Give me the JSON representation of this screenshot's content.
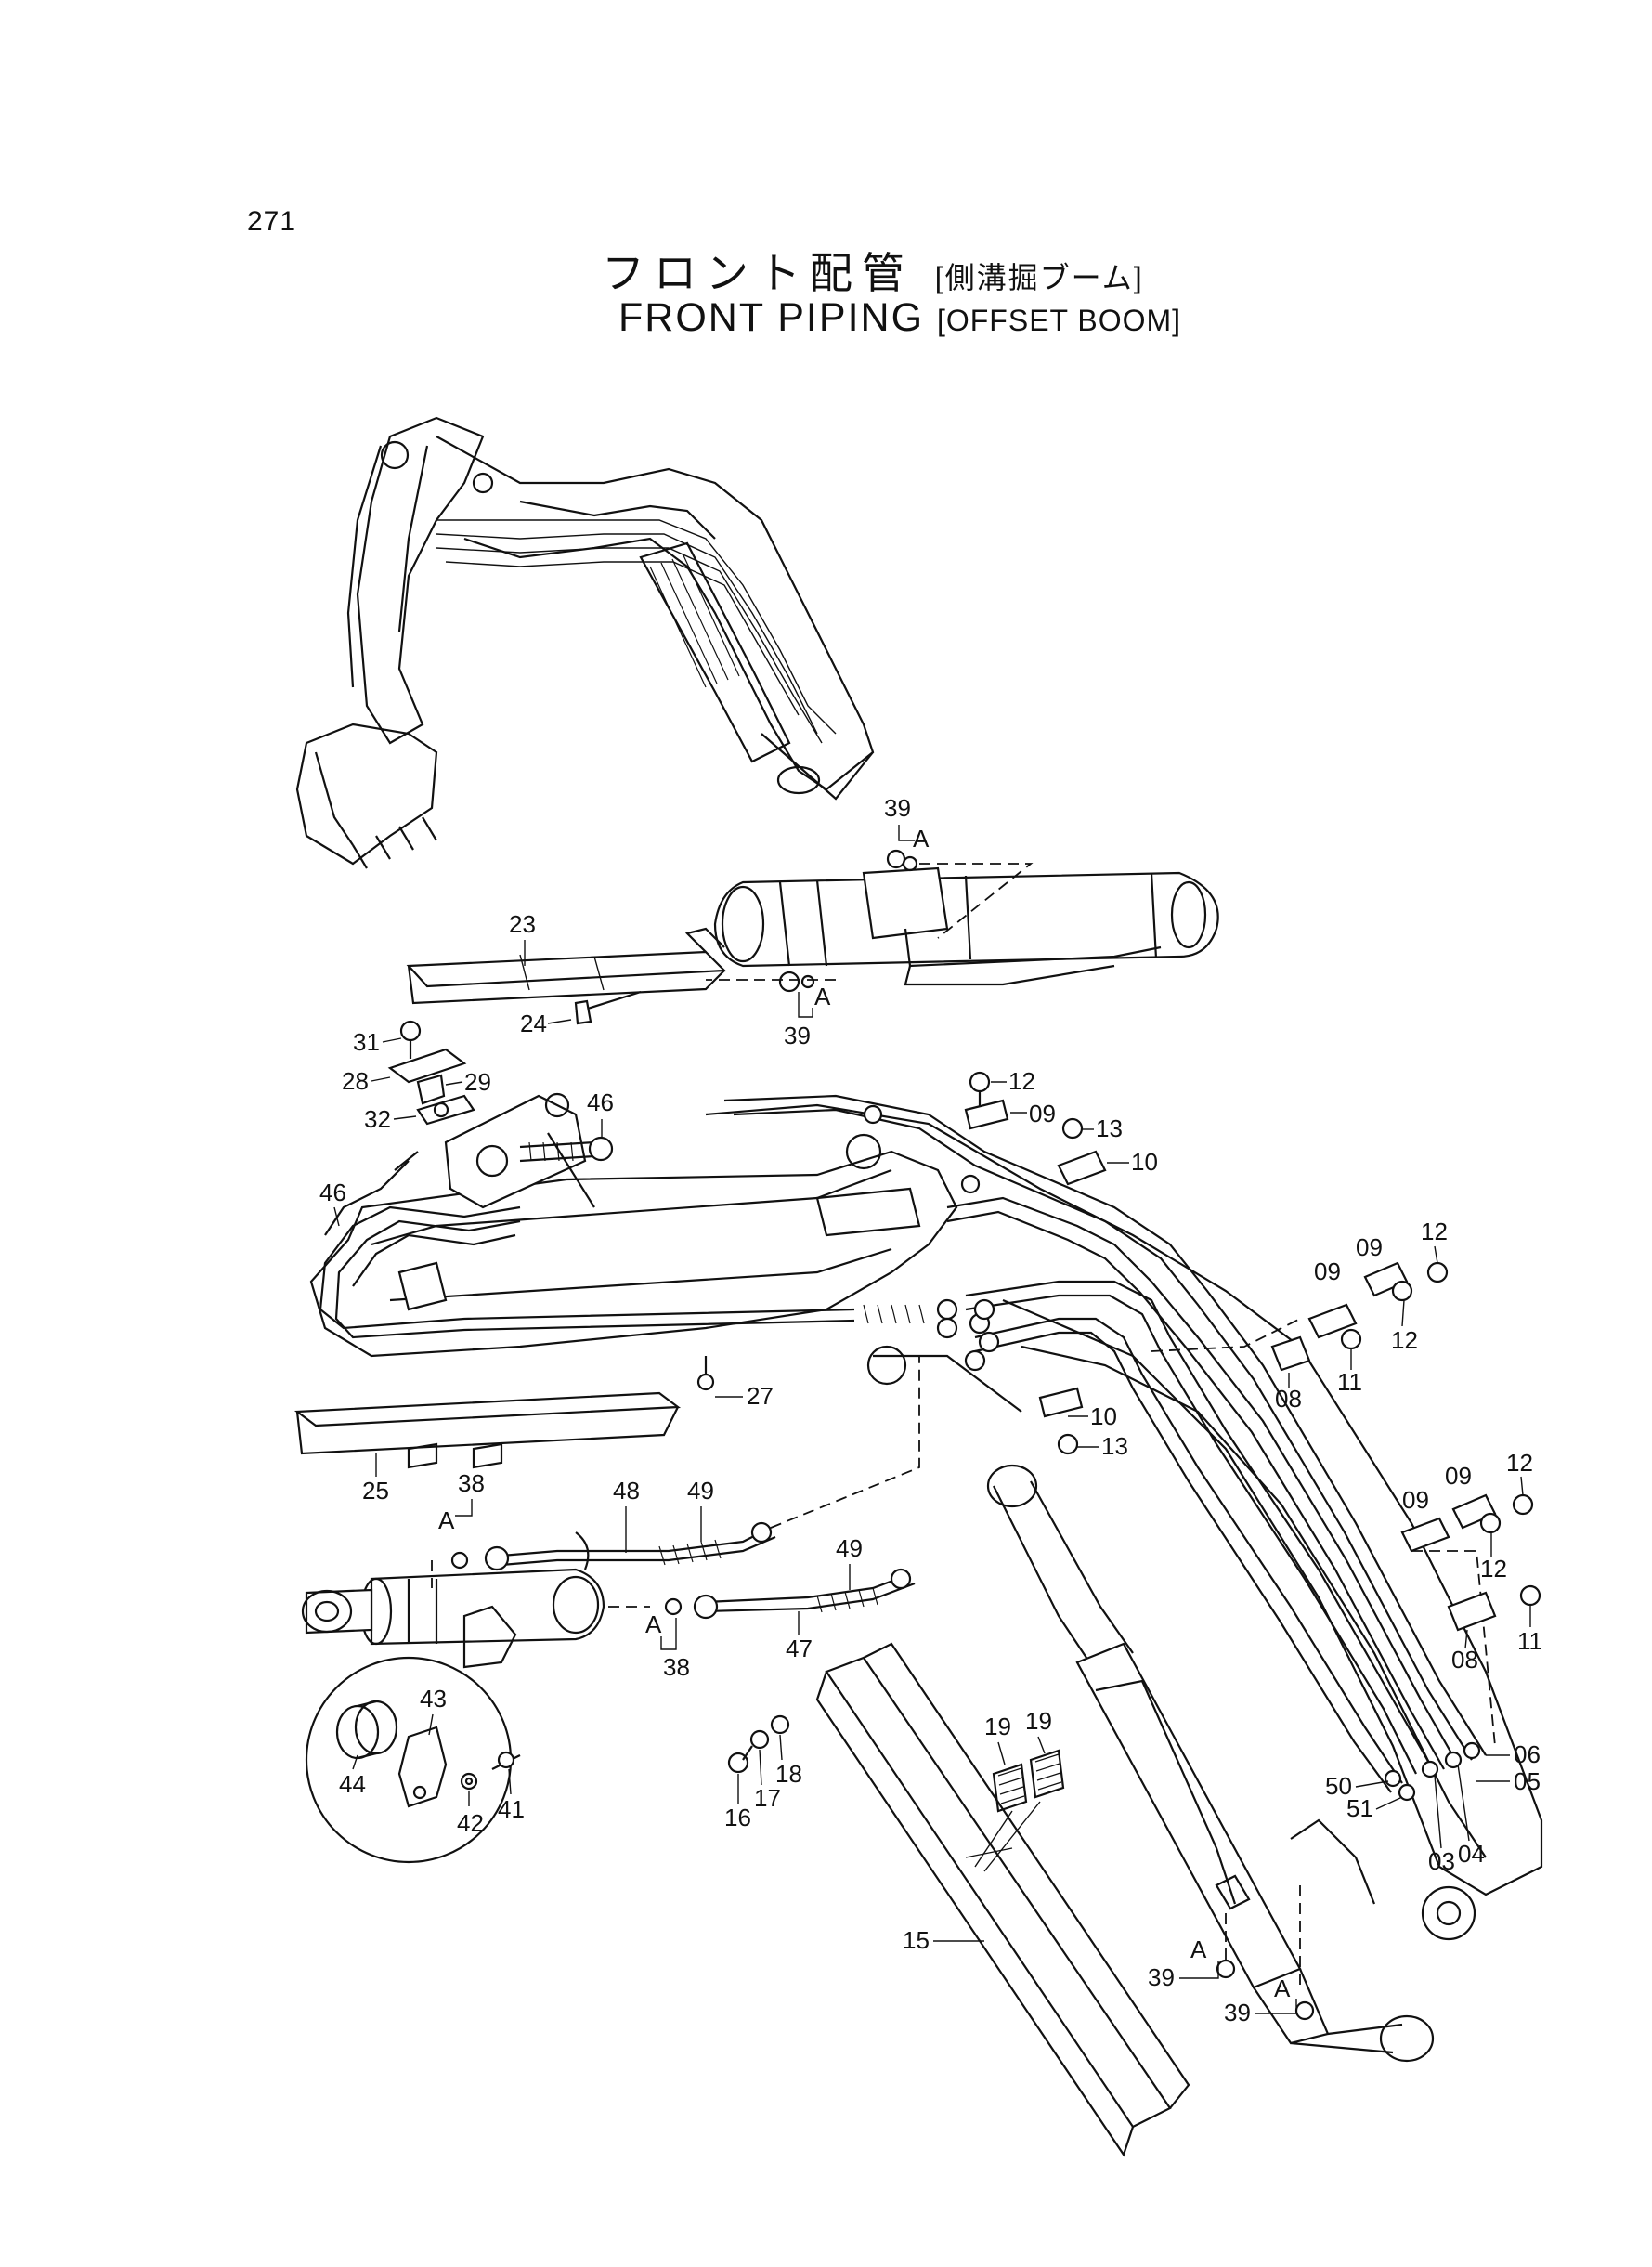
{
  "page": {
    "number": "271"
  },
  "title": {
    "japanese": "フロント配管",
    "japanese_sub": "[側溝掘ブーム]",
    "english": "FRONT  PIPING",
    "english_sub": "[OFFSET BOOM]"
  },
  "labels": {
    "detail_a": "A",
    "p03": "03",
    "p04": "04",
    "p05": "05",
    "p06": "06",
    "p08": "08",
    "p09": "09",
    "p10": "10",
    "p11": "11",
    "p12": "12",
    "p13": "13",
    "p15": "15",
    "p16": "16",
    "p17": "17",
    "p18": "18",
    "p19": "19",
    "p23": "23",
    "p24": "24",
    "p25": "25",
    "p27": "27",
    "p28": "28",
    "p29": "29",
    "p31": "31",
    "p32": "32",
    "p38": "38",
    "p39": "39",
    "p41": "41",
    "p42": "42",
    "p43": "43",
    "p44": "44",
    "p46": "46",
    "p47": "47",
    "p48": "48",
    "p49": "49",
    "p50": "50",
    "p51": "51"
  }
}
